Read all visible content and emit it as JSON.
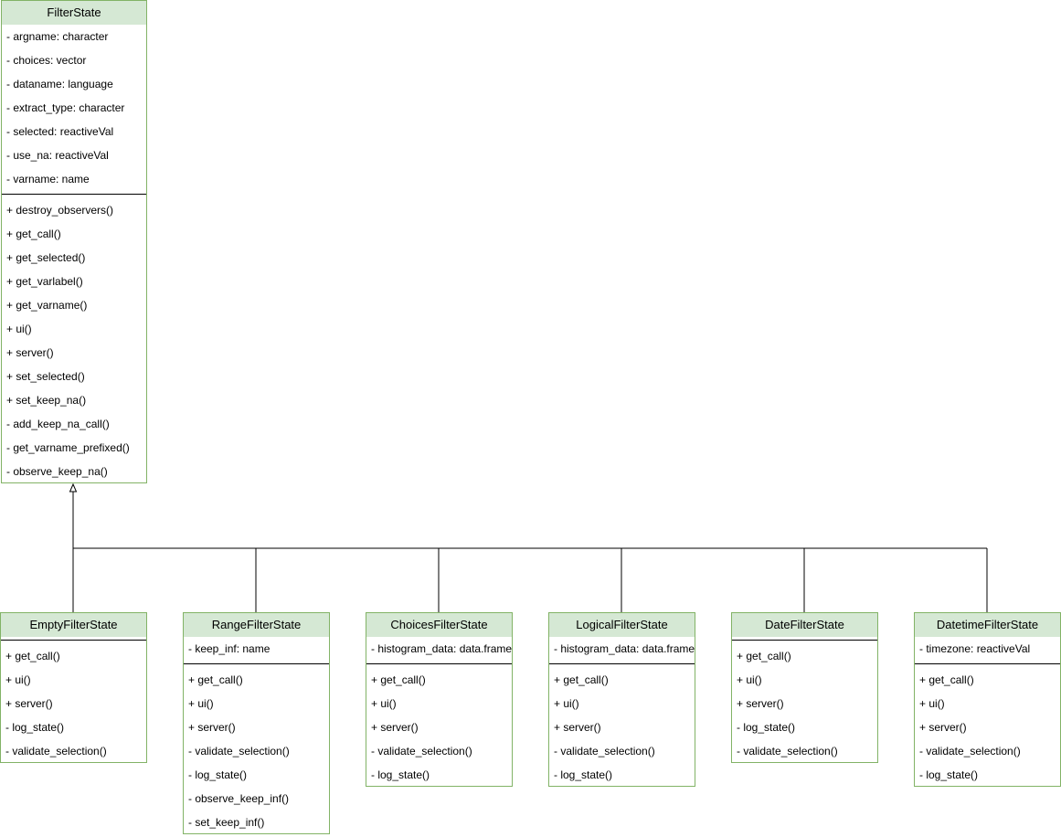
{
  "base": {
    "name": "FilterState",
    "attributes": [
      "- argname: character",
      "- choices: vector",
      "- dataname: language",
      "- extract_type: character",
      "- selected: reactiveVal",
      "- use_na: reactiveVal",
      "- varname: name"
    ],
    "methods": [
      "+ destroy_observers()",
      "+ get_call()",
      "+ get_selected()",
      "+ get_varlabel()",
      "+ get_varname()",
      "+ ui()",
      "+ server()",
      "+ set_selected()",
      "+ set_keep_na()",
      "- add_keep_na_call()",
      "- get_varname_prefixed()",
      "- observe_keep_na()"
    ]
  },
  "subclasses": [
    {
      "name": "EmptyFilterState",
      "attributes": [],
      "methods": [
        "+ get_call()",
        "+ ui()",
        "+ server()",
        "- log_state()",
        "- validate_selection()"
      ]
    },
    {
      "name": "RangeFilterState",
      "attributes": [
        "- keep_inf: name"
      ],
      "methods": [
        "+ get_call()",
        "+ ui()",
        "+ server()",
        "- validate_selection()",
        "- log_state()",
        "- observe_keep_inf()",
        "- set_keep_inf()"
      ]
    },
    {
      "name": "ChoicesFilterState",
      "attributes": [
        "- histogram_data: data.frame"
      ],
      "methods": [
        "+ get_call()",
        "+ ui()",
        "+ server()",
        "- validate_selection()",
        "- log_state()"
      ]
    },
    {
      "name": "LogicalFilterState",
      "attributes": [
        "- histogram_data: data.frame"
      ],
      "methods": [
        "+ get_call()",
        "+ ui()",
        "+ server()",
        "- validate_selection()",
        "- log_state()"
      ]
    },
    {
      "name": "DateFilterState",
      "attributes": [],
      "methods": [
        "+ get_call()",
        "+ ui()",
        "+ server()",
        "- log_state()",
        "- validate_selection()"
      ]
    },
    {
      "name": "DatetimeFilterState",
      "attributes": [
        "- timezone: reactiveVal"
      ],
      "methods": [
        "+ get_call()",
        "+ ui()",
        "+ server()",
        "- validate_selection()",
        "- log_state()"
      ]
    }
  ],
  "colors": {
    "header_fill": "#d5e8d4",
    "border": "#82b366",
    "connector": "#000000"
  }
}
